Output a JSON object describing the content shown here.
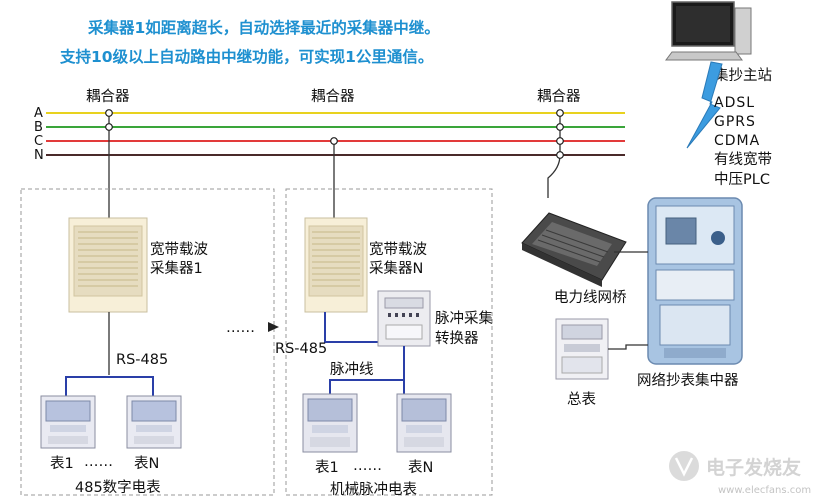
{
  "header": {
    "line1": "采集器1如距离超长，自动选择最近的采集器中继。",
    "line2": "支持10级以上自动路由中继功能，可实现1公里通信。"
  },
  "phases": [
    "A",
    "B",
    "C",
    "N"
  ],
  "colors": {
    "phase_a": "#e8d21e",
    "phase_b": "#3aa53a",
    "phase_c": "#e23a3a",
    "phase_n": "#4a2a2a",
    "headline": "#1e90d0",
    "rs485": "#2a3fa8"
  },
  "labels": {
    "coupler": "耦合器",
    "collector1": [
      "宽带载波",
      "采集器1"
    ],
    "collectorN": [
      "宽带载波",
      "采集器N"
    ],
    "rs485_1": "RS-485",
    "rs485_2": "RS-485",
    "meter_first": "表1",
    "meter_dots": "……",
    "meter_last": "表N",
    "group1": "485数字电表",
    "group2": "机械脉冲电表",
    "pulse_line": "脉冲线",
    "pulse_converter": [
      "脉冲采集",
      "转换器"
    ],
    "ellipsis_arrow": "……",
    "main_station": "集抄主站",
    "comm_methods": [
      "ADSL",
      "GPRS",
      "CDMA",
      "有线宽带",
      "中压PLC"
    ],
    "bridge": "电力线网桥",
    "main_meter": "总表",
    "concentrator": "网络抄表集中器",
    "watermark": "电子发烧友",
    "watermark_url": "www.elecfans.com"
  },
  "icons": {
    "computer": "computer-icon",
    "lightning": "lightning-icon",
    "coupler": "coupler-icon"
  }
}
